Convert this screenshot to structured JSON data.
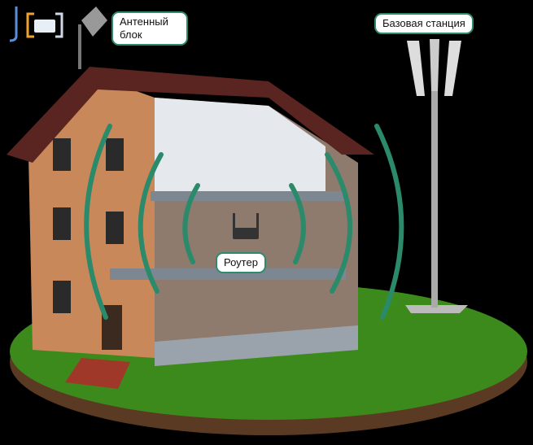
{
  "labels": {
    "antenna": "Антенный блок",
    "base_station": "Базовая станция",
    "router": "Роутер"
  },
  "colors": {
    "signal": "#2a8a6a",
    "grass": "#3d8a1c",
    "soil": "#5a3a22",
    "roof": "#5a2420",
    "brick": "#c8885a",
    "label_border": "#2e8a6e"
  },
  "icons": [
    "logo-icon",
    "antenna-icon",
    "router-icon",
    "base-station-tower-icon"
  ]
}
